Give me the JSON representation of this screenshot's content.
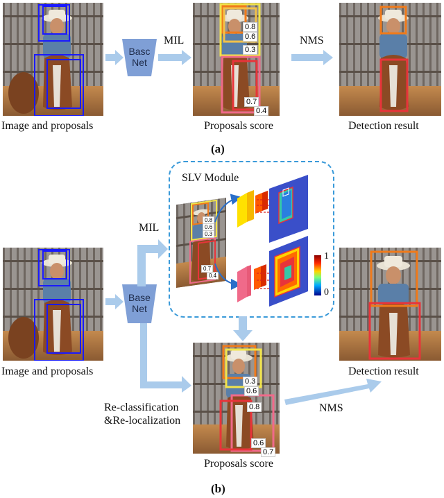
{
  "panel_a": {
    "caption": "(a)",
    "input_label": "Image and proposals",
    "net_label": "Basc\nNet",
    "mil_label": "MIL",
    "proposals_label": "Proposals score",
    "nms_label": "NMS",
    "result_label": "Detection result",
    "scores": [
      "0.8",
      "0.6",
      "0.3",
      "0.7",
      "0.4"
    ]
  },
  "panel_b": {
    "caption": "(b)",
    "input_label": "Image and proposals",
    "net_label": "Base\nNet",
    "mil_label": "MIL",
    "slv_label": "SLV Module",
    "colorbar_max": "1",
    "colorbar_min": "0",
    "reclass_label": "Re-classification\n&Re-localization",
    "proposals_label": "Proposals score",
    "nms_label": "NMS",
    "result_label": "Detection result",
    "scores": [
      "0.3",
      "0.6",
      "0.8",
      "0.6",
      "0.7"
    ],
    "slv_scores": [
      "0.8",
      "0.6",
      "0.3",
      "0.7",
      "0.4"
    ]
  },
  "colors": {
    "arrow": "#aacbeb",
    "net_fill": "#7f9fd6",
    "proposal_blue": "#1a1aff",
    "box_orange": "#f07a1a",
    "box_yellow": "#f2e44a",
    "box_red": "#e8343a",
    "box_pink": "#f06a8a",
    "dashed": "#3a9ad9"
  }
}
